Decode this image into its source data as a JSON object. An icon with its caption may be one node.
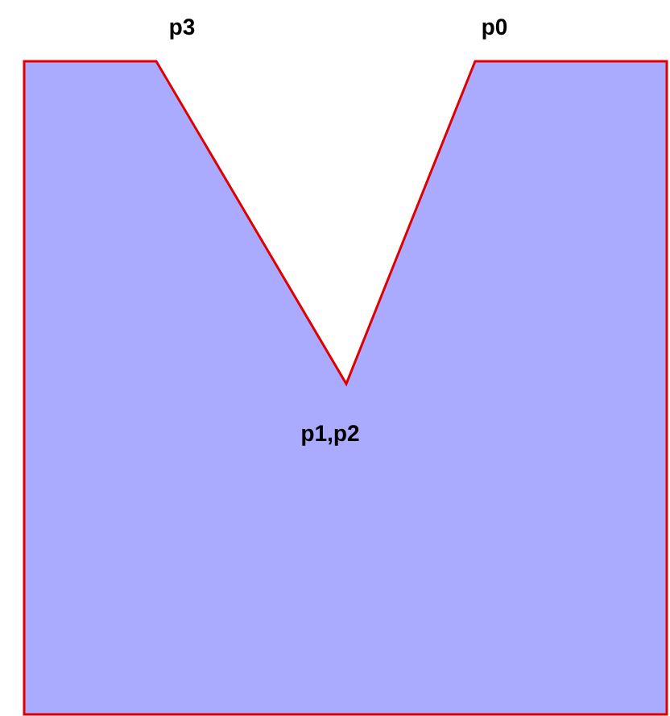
{
  "diagram": {
    "labels": [
      "p3",
      "p0",
      "p1,p2"
    ]
  }
}
